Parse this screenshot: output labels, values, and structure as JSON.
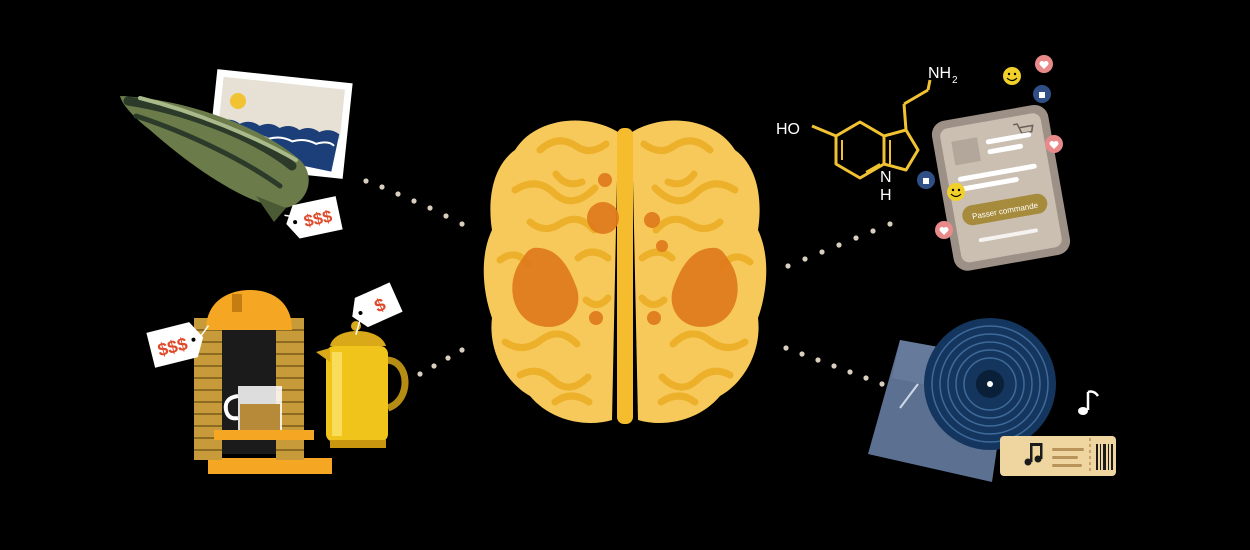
{
  "illustration": {
    "price_tags": {
      "rocket_tag": "$$$",
      "machine_tag": "$$$",
      "pot_tag": "$"
    },
    "molecule": {
      "amine_label": "NH",
      "amine_subscript": "2",
      "hydroxyl_label": "HO",
      "nh_label": "N",
      "h_label": "H"
    },
    "phone": {
      "order_button_label": "Passer commande"
    },
    "colors": {
      "background": "#000000",
      "brain_base": "#f7c95a",
      "brain_folds": "#eeb52a",
      "brain_hotspots": "#e07a1c",
      "dots": "#d8cfbf",
      "price_text": "#e0482a"
    }
  }
}
